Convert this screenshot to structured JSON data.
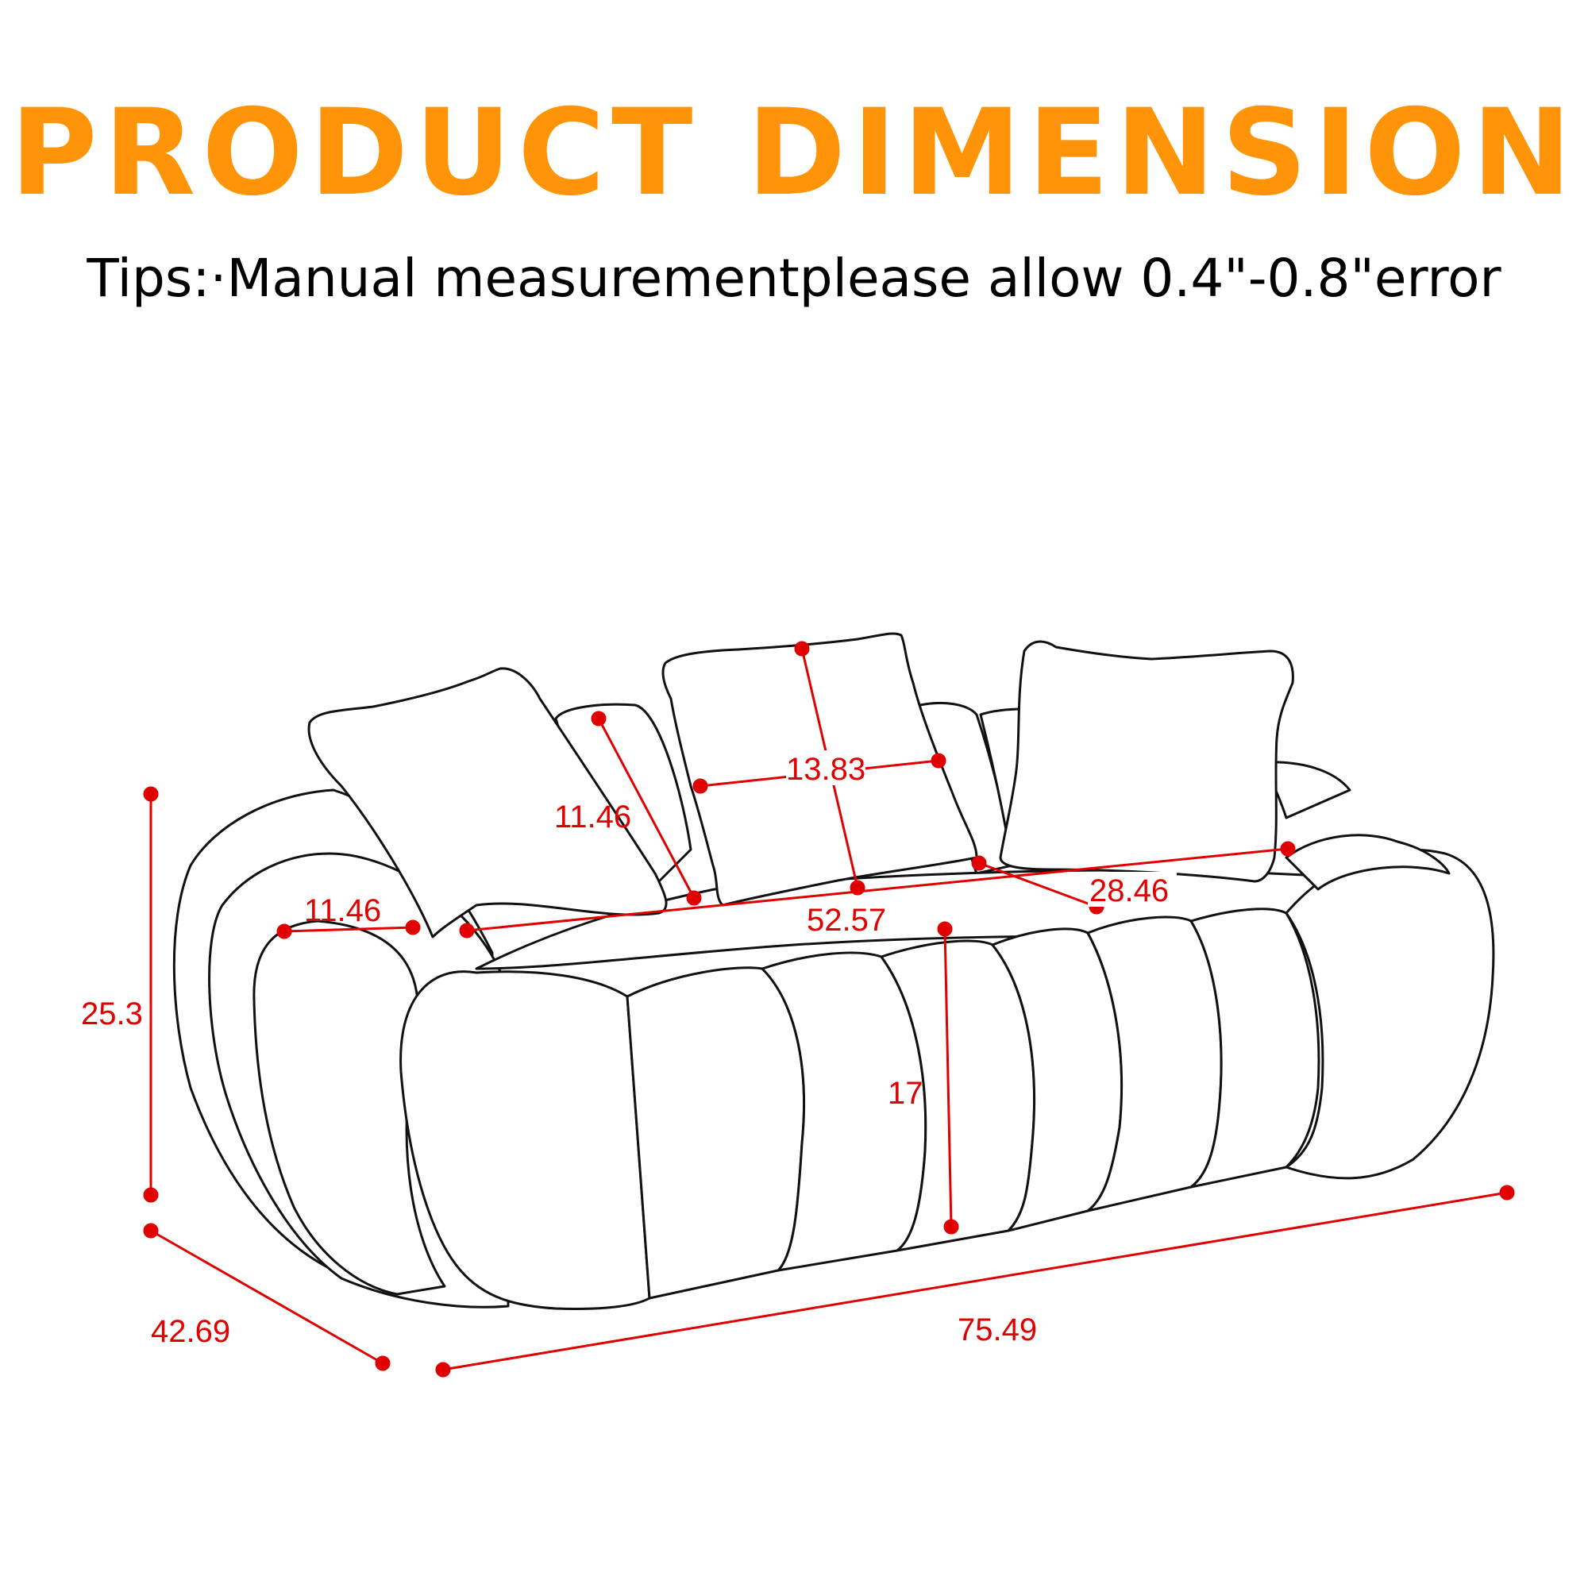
{
  "header": {
    "title": "PRODUCT  DIMENSION",
    "tips": "Tips:·Manual measurementplease allow 0.4\"-0.8\"error"
  },
  "colors": {
    "title": "#ff9408",
    "tips": "#000000",
    "dimension": "#e00000",
    "outline": "#111111"
  },
  "dimensions": {
    "overall_height": "25.3",
    "depth": "42.69",
    "overall_width": "75.49",
    "seat_height": "17",
    "seat_width": "52.57",
    "seat_depth": "28.46",
    "arm_width": "11.46",
    "pillow_height": "11.46",
    "pillow_width": "13.83"
  }
}
